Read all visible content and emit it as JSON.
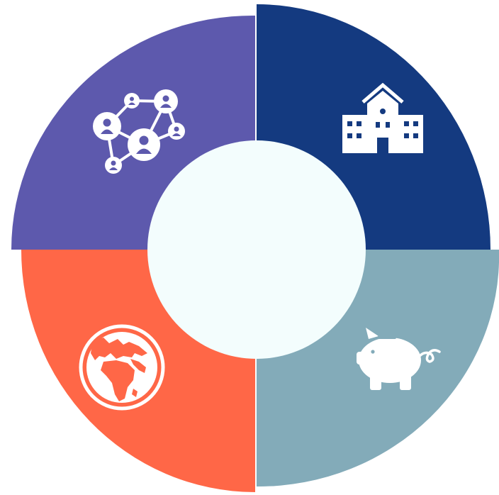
{
  "diagram": {
    "segments": [
      {
        "key": "network",
        "color": "#5d59ad",
        "icon": "network-people-icon"
      },
      {
        "key": "school",
        "color": "#143a80",
        "icon": "school-building-icon"
      },
      {
        "key": "savings",
        "color": "#83abb9",
        "icon": "piggy-bank-icon"
      },
      {
        "key": "world",
        "color": "#ff6747",
        "icon": "globe-icon"
      }
    ],
    "center": {
      "color": "#f3fdfd"
    },
    "icon_color": "#ffffff"
  }
}
